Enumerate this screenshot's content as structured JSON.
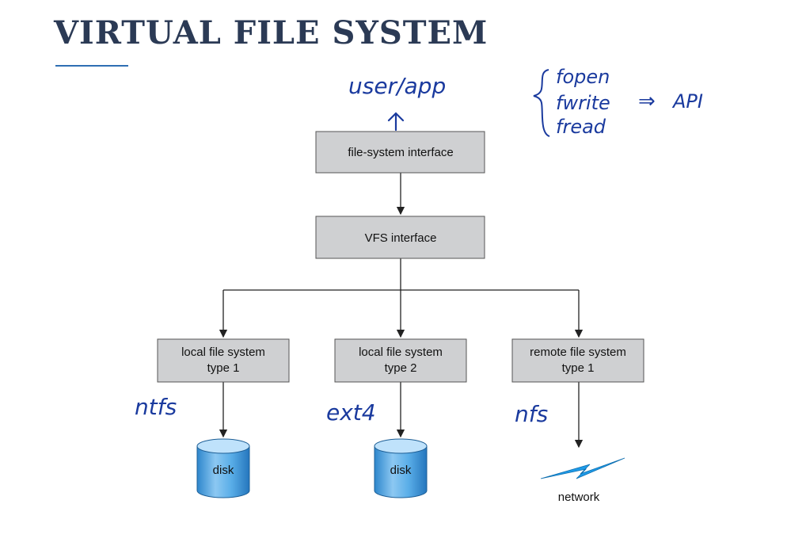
{
  "page": {
    "title": "VIRTUAL FILE SYSTEM"
  },
  "diagram": {
    "boxes": {
      "fs_interface": "file-system interface",
      "vfs_interface": "VFS interface",
      "local_fs_1": [
        "local file system",
        "type 1"
      ],
      "local_fs_2": [
        "local file system",
        "type 2"
      ],
      "remote_fs_1": [
        "remote file system",
        "type 1"
      ]
    },
    "storage": {
      "disk_1": "disk",
      "disk_2": "disk",
      "network": "network"
    }
  },
  "annotations": {
    "user_app": "user/app",
    "api_calls": [
      "fopen",
      "fwrite",
      "fread"
    ],
    "api_arrow": "⇒",
    "api_label": "API",
    "ntfs": "ntfs",
    "ext4": "ext4",
    "nfs": "nfs"
  },
  "colors": {
    "box_fill": "#cfd0d2",
    "disk_blue": "#4da3e0",
    "lightning": "#1e9be8",
    "handwriting": "#1a3a9e",
    "title": "#2b3a55"
  }
}
